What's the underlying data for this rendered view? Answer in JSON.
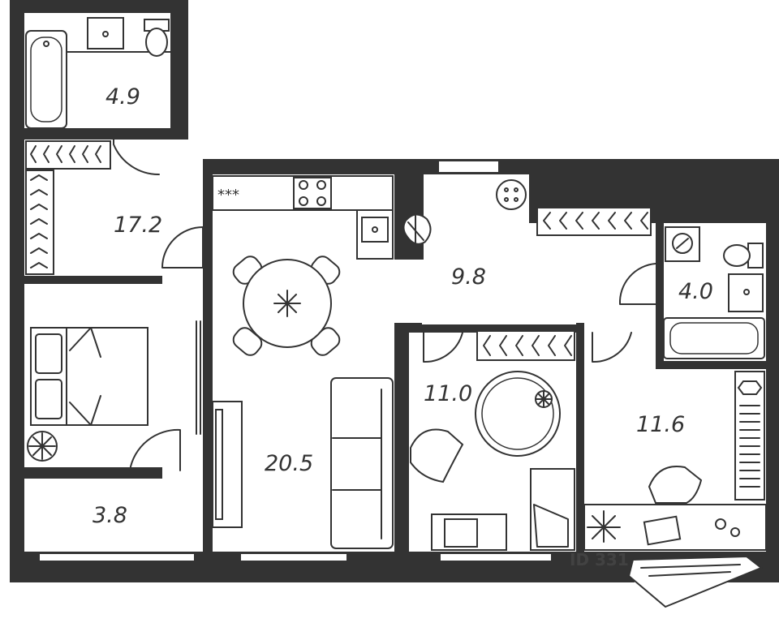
{
  "room_areas": {
    "bathroom": "4.9",
    "hallway": "17.2",
    "kitchen_living": "20.5",
    "hall_center": "9.8",
    "wc": "4.0",
    "bedroom_center": "11.0",
    "bedroom_right": "11.6",
    "storage": "3.8"
  },
  "watermark": "ID 331",
  "colors": {
    "wall": "#333333",
    "floor": "#ffffff"
  }
}
